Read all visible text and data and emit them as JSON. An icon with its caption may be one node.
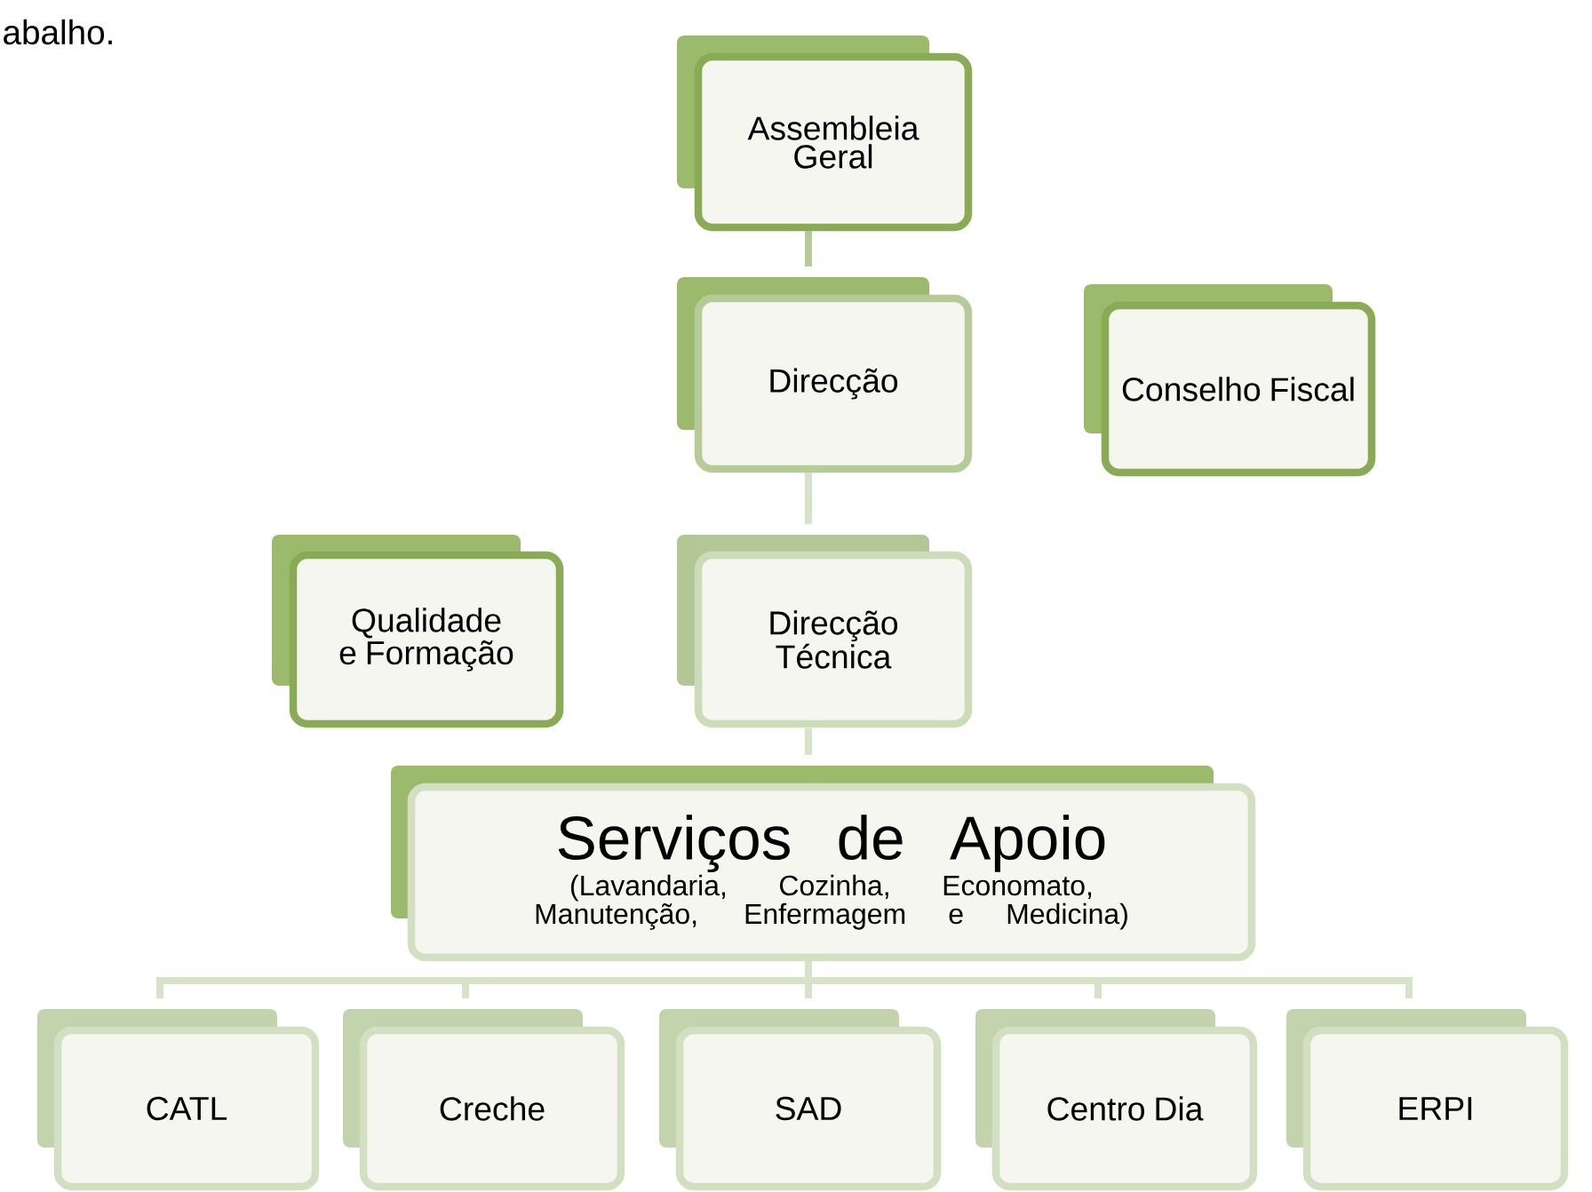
{
  "diagram": {
    "nodes": [
      {
        "text": [
          "Assembleia Geral"
        ]
      },
      {
        "text": [
          "Direcção"
        ]
      },
      {
        "text": [
          "Conselho Fiscal"
        ]
      },
      {
        "text": [
          "Qualidade e Formação"
        ]
      },
      {
        "text": [
          "Direcção Técnica"
        ]
      },
      {
        "text": [
          "Serviços de Apoio",
          "(Lavandaria, Cozinha, Economato, Manutenção, Enfermagem e Medicina)"
        ]
      },
      {
        "text": [
          "CATL"
        ]
      },
      {
        "text": [
          "Creche"
        ]
      },
      {
        "text": [
          "SAD"
        ]
      },
      {
        "text": [
          "Centro Dia"
        ]
      },
      {
        "text": [
          "ERPI"
        ]
      }
    ],
    "edges": [
      {
        "from": 0,
        "to": 1,
        "arrow": "none",
        "color": "#b5cc9a"
      },
      {
        "from": 1,
        "to": 4,
        "arrow": "none"
      },
      {
        "from": 4,
        "to": 5,
        "arrow": "none"
      },
      {
        "from": 5,
        "to": 6,
        "arrow": "none"
      },
      {
        "from": 5,
        "to": 7,
        "arrow": "none"
      },
      {
        "from": 5,
        "to": 8,
        "arrow": "none"
      },
      {
        "from": 5,
        "to": 9,
        "arrow": "none"
      },
      {
        "from": 5,
        "to": 10,
        "arrow": "none"
      }
    ],
    "labels": [
      "abalho."
    ]
  }
}
